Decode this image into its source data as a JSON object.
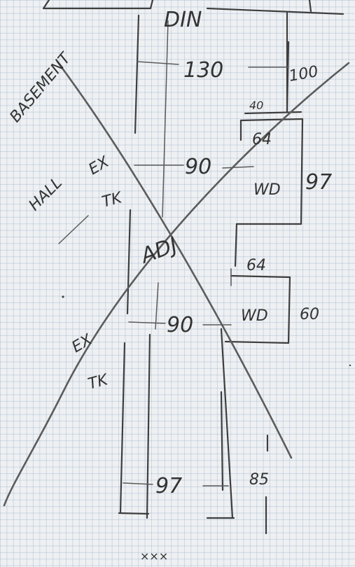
{
  "labels": {
    "din": "DIN",
    "basement": "BASEMENT",
    "hall": "HALL",
    "ex_upper": "EX",
    "tk_upper": "TK",
    "ex_lower": "EX",
    "tk_lower": "TK",
    "center_mark": "ADJ",
    "wd_upper": "WD",
    "wd_lower": "WD",
    "footer_mark": "×××"
  },
  "dimensions": {
    "top_width": "130",
    "top_right": "100",
    "upper_left_small": "40",
    "upper_wd_width": "64",
    "upper_wd_height": "97",
    "middle_width": "90",
    "lower_wd_width": "64",
    "lower_wd_height": "60",
    "lower_middle_width": "90",
    "bottom_width": "97",
    "bottom_right": "85"
  }
}
